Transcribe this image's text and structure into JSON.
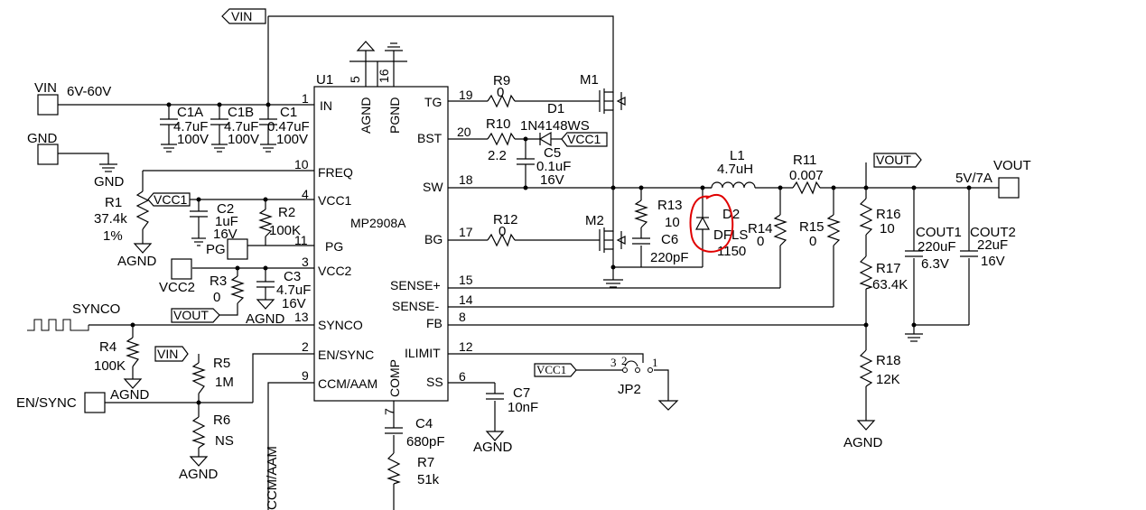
{
  "ic": {
    "ref": "U1",
    "part": "MP2908A",
    "pins_left": [
      {
        "num": "1",
        "name": "IN"
      },
      {
        "num": "10",
        "name": "FREQ"
      },
      {
        "num": "4",
        "name": "VCC1"
      },
      {
        "num": "11",
        "name": "PG"
      },
      {
        "num": "3",
        "name": "VCC2"
      },
      {
        "num": "13",
        "name": "SYNCO"
      },
      {
        "num": "2",
        "name": "EN/SYNC"
      },
      {
        "num": "9",
        "name": "CCM/AAM"
      }
    ],
    "pins_right": [
      {
        "num": "19",
        "name": "TG"
      },
      {
        "num": "20",
        "name": "BST"
      },
      {
        "num": "18",
        "name": "SW"
      },
      {
        "num": "17",
        "name": "BG"
      },
      {
        "num": "15",
        "name": "SENSE+"
      },
      {
        "num": "14",
        "name": "SENSE-"
      },
      {
        "num": "8",
        "name": "FB"
      },
      {
        "num": "12",
        "name": "ILIMIT"
      },
      {
        "num": "6",
        "name": "SS"
      }
    ],
    "pins_top": [
      {
        "num": "5",
        "name": "AGND"
      },
      {
        "num": "16",
        "name": "PGND"
      }
    ],
    "pins_bottom": [
      {
        "num": "7",
        "name": "COMP"
      }
    ]
  },
  "connectors": {
    "vin": {
      "name": "VIN",
      "value": "6V-60V"
    },
    "gnd": {
      "name": "GND",
      "net": "GND"
    },
    "vcc2": "VCC2",
    "synco": "SYNCO",
    "en_sync": "EN/SYNC",
    "pg": "PG",
    "vout": {
      "name": "VOUT",
      "value": "5V/7A"
    },
    "ccm_aam": "CCM/AAM"
  },
  "net_flags": {
    "vin_top": "VIN",
    "vcc1_r1": "VCC1",
    "vout_r3": "VOUT",
    "vin_r5": "VIN",
    "vcc1_d1": "VCC1",
    "vout_top": "VOUT",
    "vcc1_jp2": "VCC1"
  },
  "grounds": {
    "agnd": "AGND"
  },
  "components": {
    "c1a": {
      "ref": "C1A",
      "value": "4.7uF",
      "rating": "100V"
    },
    "c1b": {
      "ref": "C1B",
      "value": "4.7uF",
      "rating": "100V"
    },
    "c1": {
      "ref": "C1",
      "value": "0.47uF",
      "rating": "100V"
    },
    "r1": {
      "ref": "R1",
      "value": "37.4k",
      "tol": "1%"
    },
    "c2": {
      "ref": "C2",
      "value": "1uF",
      "rating": "16V"
    },
    "r2": {
      "ref": "R2",
      "value": "100K"
    },
    "c3": {
      "ref": "C3",
      "value": "4.7uF",
      "rating": "16V"
    },
    "r3": {
      "ref": "R3",
      "value": "0"
    },
    "r4": {
      "ref": "R4",
      "value": "100K"
    },
    "r5": {
      "ref": "R5",
      "value": "1M"
    },
    "r6": {
      "ref": "R6",
      "value": "NS"
    },
    "r9": {
      "ref": "R9",
      "value": "0"
    },
    "d1": {
      "ref": "D1",
      "part": "1N4148WS"
    },
    "r10": {
      "ref": "R10",
      "value": "2.2"
    },
    "c5": {
      "ref": "C5",
      "value": "0.1uF",
      "rating": "16V"
    },
    "m1": {
      "ref": "M1"
    },
    "m2": {
      "ref": "M2"
    },
    "r12": {
      "ref": "R12",
      "value": "0"
    },
    "r13": {
      "ref": "R13",
      "value": "10"
    },
    "c6": {
      "ref": "C6",
      "value": "220pF"
    },
    "l1": {
      "ref": "L1",
      "value": "4.7uH"
    },
    "d2": {
      "ref": "D2",
      "part": "DFLS",
      "part2": "1150"
    },
    "r11": {
      "ref": "R11",
      "value": "0.007"
    },
    "r14": {
      "ref": "R14",
      "value": "0"
    },
    "r15": {
      "ref": "R15",
      "value": "0"
    },
    "r16": {
      "ref": "R16",
      "value": "10"
    },
    "r17": {
      "ref": "R17",
      "value": "63.4K"
    },
    "r18": {
      "ref": "R18",
      "value": "12K"
    },
    "cout1": {
      "ref": "COUT1",
      "value": "220uF",
      "rating": "6.3V"
    },
    "cout2": {
      "ref": "COUT2",
      "value": "22uF",
      "rating": "16V"
    },
    "c7": {
      "ref": "C7",
      "value": "10nF"
    },
    "c4": {
      "ref": "C4",
      "value": "680pF"
    },
    "r7": {
      "ref": "R7",
      "value": "51k"
    },
    "jp2": {
      "ref": "JP2",
      "pin1": "1",
      "pin2": "2",
      "pin3": "3"
    }
  },
  "annotation": {
    "color": "#e00000"
  }
}
